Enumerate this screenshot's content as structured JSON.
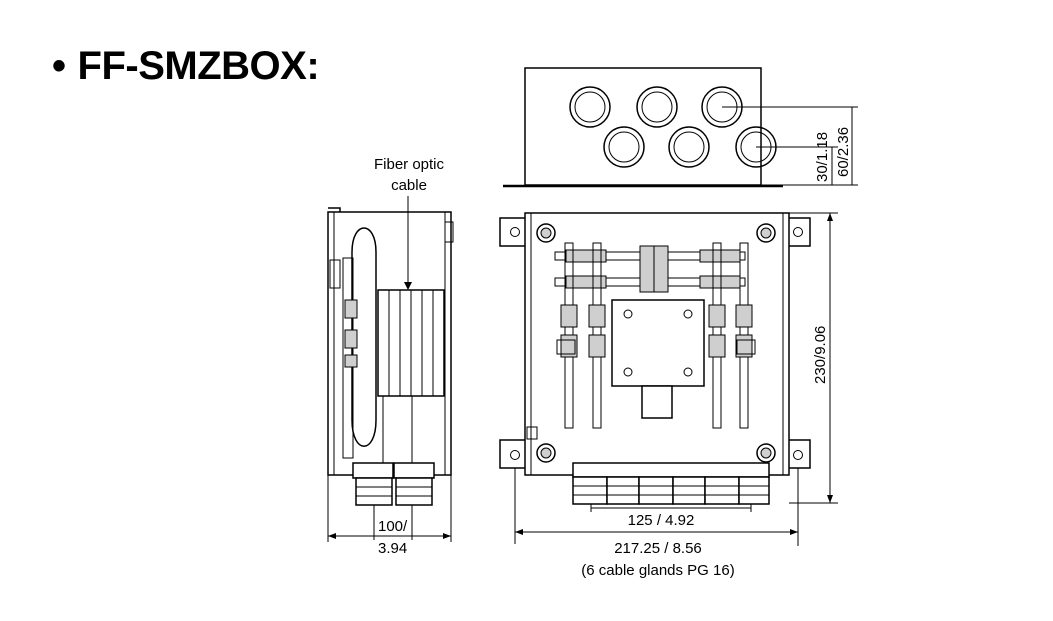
{
  "title": {
    "bullet": "•",
    "text": "FF-SMZBOX:"
  },
  "labels": {
    "fiber_line1": "Fiber optic",
    "fiber_line2": "cable",
    "dim_depth_line1": "100/",
    "dim_depth_line2": "3.94",
    "dim_gland_spacing": "125 / 4.92",
    "dim_width": "217.25 / 8.56",
    "dim_width_note": "(6 cable glands PG 16)",
    "dim_height": "230/9.06",
    "dim_gland_height_1": "30/1.18",
    "dim_gland_height_2": "60/2.36"
  }
}
